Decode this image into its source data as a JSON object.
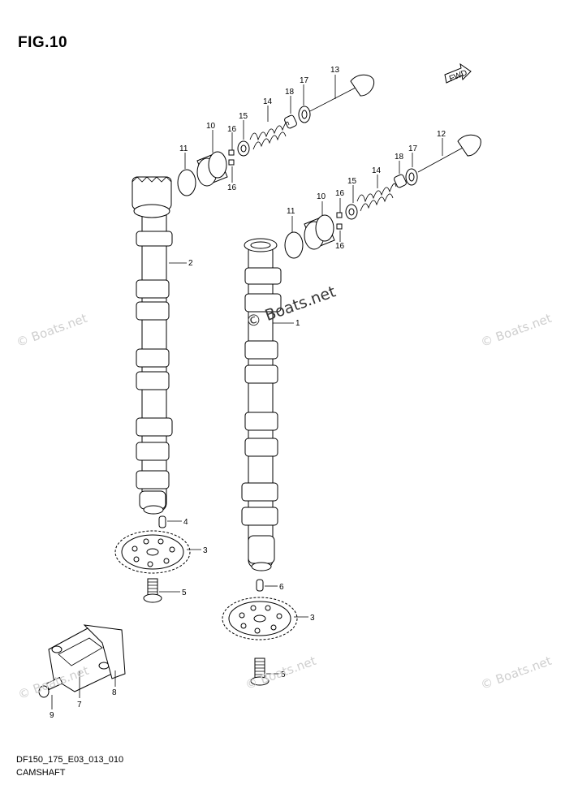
{
  "figure": {
    "title": "FIG.10",
    "code": "DF150_175_E03_013_010",
    "caption": "CAMSHAFT"
  },
  "fwd_label": "FWD",
  "watermark": "© Boats.net",
  "callouts": {
    "c1": "1",
    "c2": "2",
    "c3a": "3",
    "c3b": "3",
    "c4": "4",
    "c5a": "5",
    "c5b": "5",
    "c6": "6",
    "c7": "7",
    "c8": "8",
    "c9": "9",
    "c10a": "10",
    "c10b": "10",
    "c11a": "11",
    "c11b": "11",
    "c12": "12",
    "c13": "13",
    "c14a": "14",
    "c14b": "14",
    "c15a": "15",
    "c15b": "15",
    "c16a": "16",
    "c16b": "16",
    "c16c": "16",
    "c16d": "16",
    "c17a": "17",
    "c17b": "17",
    "c18a": "18",
    "c18b": "18"
  }
}
